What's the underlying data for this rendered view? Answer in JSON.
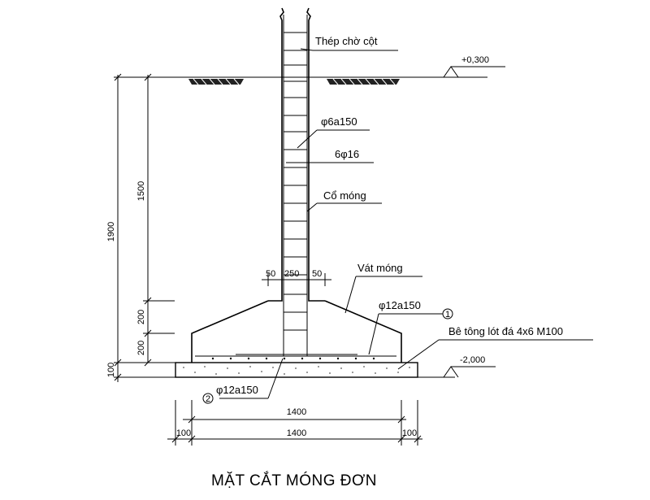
{
  "title": "MẶT CẮT MÓNG ĐƠN",
  "labels": {
    "column_starter_bars": "Thép chờ cột",
    "stirrups": "φ6a150",
    "main_bars": "6φ16",
    "neck": "Cổ móng",
    "slope": "Vát móng",
    "top_rebar": "φ12a150",
    "lean_concrete": "Bê tông lót đá 4x6 M100",
    "bottom_rebar": "φ12a150"
  },
  "markers": {
    "m1": "1",
    "m2": "2"
  },
  "levels": {
    "top": "+0,300",
    "bottom": "-2,000"
  },
  "dims": {
    "d1900": "1900",
    "d1500": "1500",
    "d200a": "200",
    "d200b": "200",
    "d100": "100",
    "d50a": "50",
    "d250": "250",
    "d50b": "50",
    "w1400a": "1400",
    "w1400b": "1400",
    "w100a": "100",
    "w100b": "100"
  }
}
